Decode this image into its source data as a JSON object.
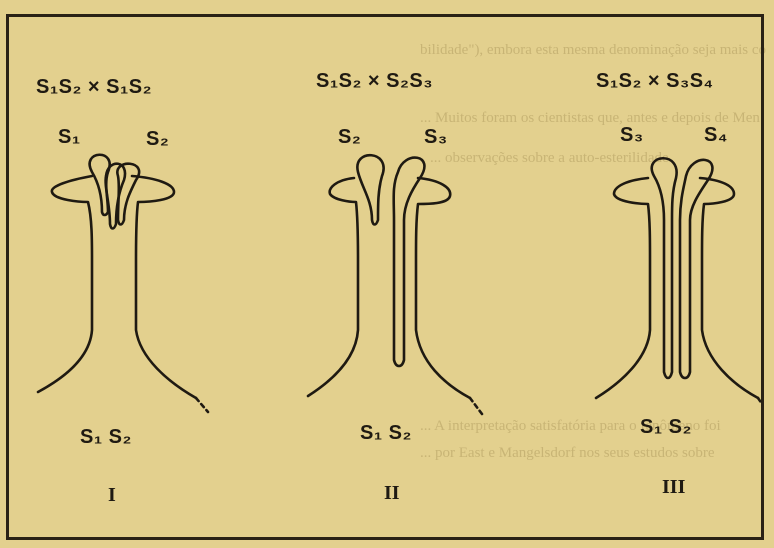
{
  "figure": {
    "panels": [
      {
        "cross": "S₁S₂ × S₁S₂",
        "pollen_left": "S₁",
        "pollen_right": "S₂",
        "style_genotype": "S₁ S₂",
        "numeral": "I"
      },
      {
        "cross": "S₁S₂ × S₂S₃",
        "pollen_left": "S₂",
        "pollen_right": "S₃",
        "style_genotype": "S₁ S₂",
        "numeral": "II"
      },
      {
        "cross": "S₁S₂ × S₃S₄",
        "pollen_left": "S₃",
        "pollen_right": "S₄",
        "style_genotype": "S₁ S₂",
        "numeral": "III"
      }
    ]
  },
  "bleed_through_text": [
    "bilidade\"), embora esta mesma denominação seja mais co",
    "... Muitos foram os cientistas que, antes e depois de Men",
    "... observações sobre a auto-esterilidade",
    "... A interpretação satisfatória para o fenômeno foi",
    "... por East e Mangelsdorf nos seus estudos sobre"
  ],
  "colors": {
    "paper": "#e3d08e",
    "ink": "#1f1a12"
  }
}
